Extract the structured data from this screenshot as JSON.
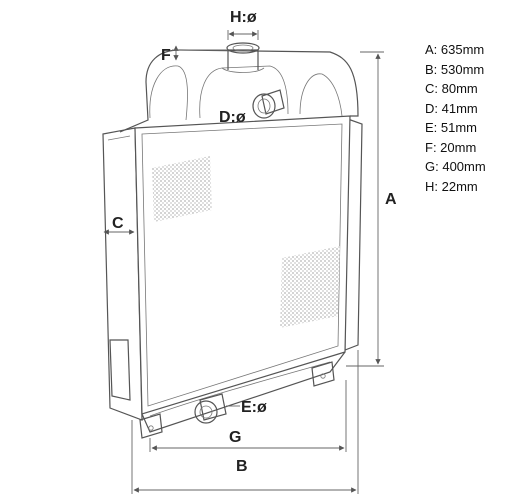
{
  "labels": {
    "h": "H:ø",
    "f": "F",
    "d": "D:ø",
    "c": "C",
    "a": "A",
    "e": "E:ø",
    "g": "G",
    "b": "B"
  },
  "specs": [
    "A: 635mm",
    "B: 530mm",
    "C: 80mm",
    "D: 41mm",
    "E: 51mm",
    "F: 20mm",
    "G: 400mm",
    "H: 22mm"
  ]
}
